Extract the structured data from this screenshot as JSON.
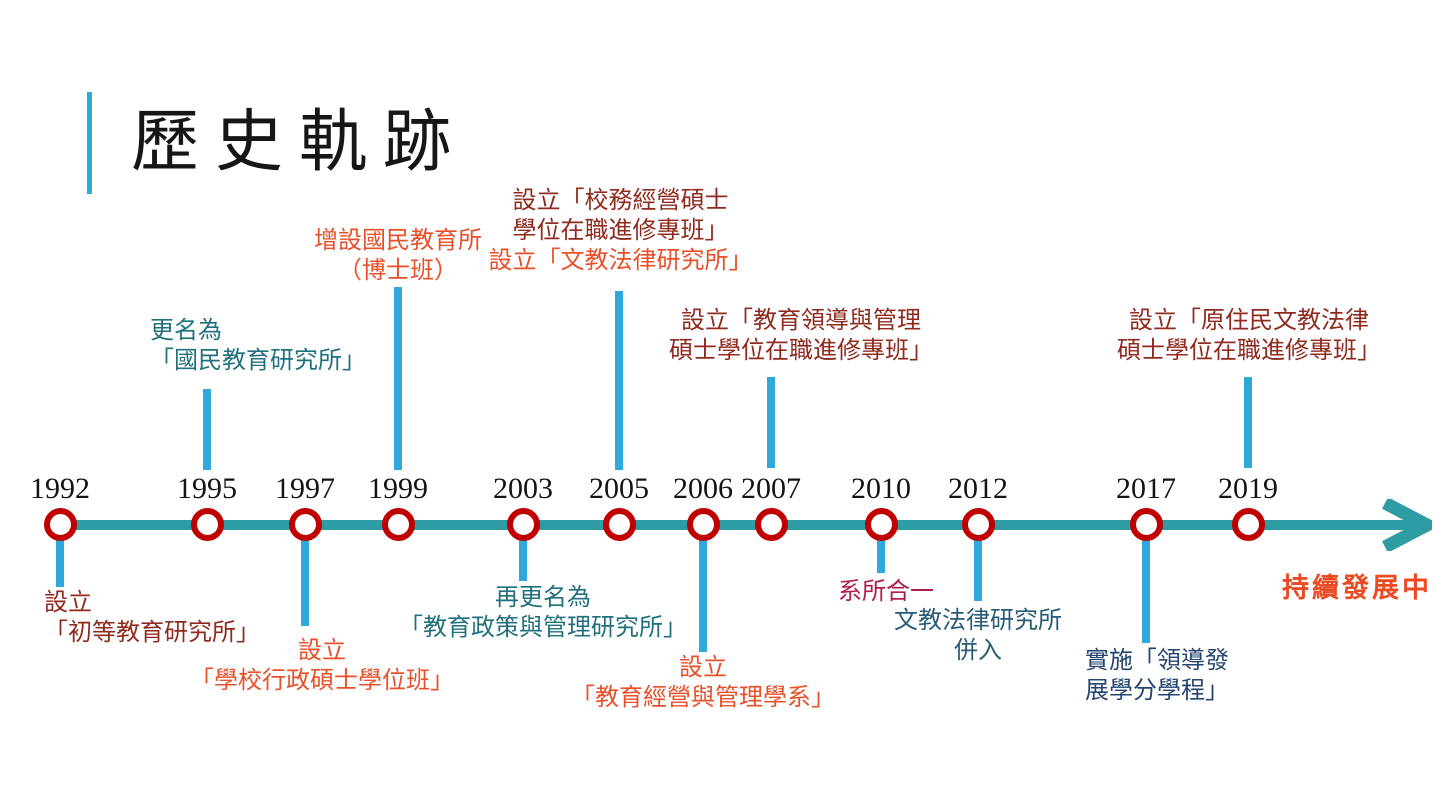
{
  "slide": {
    "title": "歷史軌跡",
    "status_note": "持續發展中"
  },
  "colors": {
    "timeline_bar": "#2E9DA3",
    "stem_blue": "#2FA9DC",
    "node_ring_red": "#C00000",
    "dark_maroon_text": "#8F2B1E",
    "orange_text": "#E8502A",
    "teal_text": "#20707E",
    "steel_blue_text": "#275B76",
    "navy_text": "#25456E",
    "crimson_text": "#B01E48",
    "status_note_orange": "#EB4A22",
    "accent_bar_blue": "#2FA9DC"
  },
  "timeline": {
    "events": [
      {
        "year": "1992",
        "side": "below",
        "lines": [
          {
            "text": "設立",
            "color": "#8F2B1E"
          },
          {
            "text": "「初等教育研究所」",
            "color": "#8F2B1E"
          }
        ]
      },
      {
        "year": "1995",
        "side": "above",
        "lines": [
          {
            "text": "更名為",
            "color": "#20707E"
          },
          {
            "text": "「國民教育研究所」",
            "color": "#20707E"
          }
        ]
      },
      {
        "year": "1997",
        "side": "below",
        "lines": [
          {
            "text": "設立",
            "color": "#E8502A"
          },
          {
            "text": "「學校行政碩士學位班」",
            "color": "#E8502A"
          }
        ]
      },
      {
        "year": "1999",
        "side": "above",
        "lines": [
          {
            "text": "增設國民教育所",
            "color": "#E8502A"
          },
          {
            "text": "（博士班）",
            "color": "#E8502A"
          }
        ]
      },
      {
        "year": "2003",
        "side": "below",
        "lines": [
          {
            "text": "再更名為",
            "color": "#20707E"
          },
          {
            "text": "「教育政策與管理研究所」",
            "color": "#20707E"
          }
        ]
      },
      {
        "year": "2005",
        "side": "above",
        "lines": [
          {
            "text": "設立「校務經營碩士",
            "color": "#8F2B1E"
          },
          {
            "text": "學位在職進修專班」",
            "color": "#8F2B1E"
          },
          {
            "text": "設立「文教法律研究所」",
            "color": "#E8502A"
          }
        ]
      },
      {
        "year": "2006",
        "side": "below",
        "lines": [
          {
            "text": "設立",
            "color": "#E8502A"
          },
          {
            "text": "「教育經營與管理學系」",
            "color": "#E8502A"
          }
        ]
      },
      {
        "year": "2007",
        "side": "above",
        "lines": [
          {
            "text": "設立「教育領導與管理",
            "color": "#8F2B1E"
          },
          {
            "text": "碩士學位在職進修專班」",
            "color": "#8F2B1E"
          }
        ]
      },
      {
        "year": "2010",
        "side": "below",
        "lines": [
          {
            "text": "系所合一",
            "color": "#B01E48"
          }
        ]
      },
      {
        "year": "2012",
        "side": "below",
        "lines": [
          {
            "text": "文教法律研究所",
            "color": "#275B76"
          },
          {
            "text": "併入",
            "color": "#275B76"
          }
        ]
      },
      {
        "year": "2017",
        "side": "below",
        "lines": [
          {
            "text": "實施「領導發",
            "color": "#25456E"
          },
          {
            "text": "展學分學程」",
            "color": "#25456E"
          }
        ]
      },
      {
        "year": "2019",
        "side": "above",
        "lines": [
          {
            "text": "設立「原住民文教法律",
            "color": "#8F2B1E"
          },
          {
            "text": "碩士學位在職進修專班」",
            "color": "#8F2B1E"
          }
        ]
      }
    ]
  }
}
